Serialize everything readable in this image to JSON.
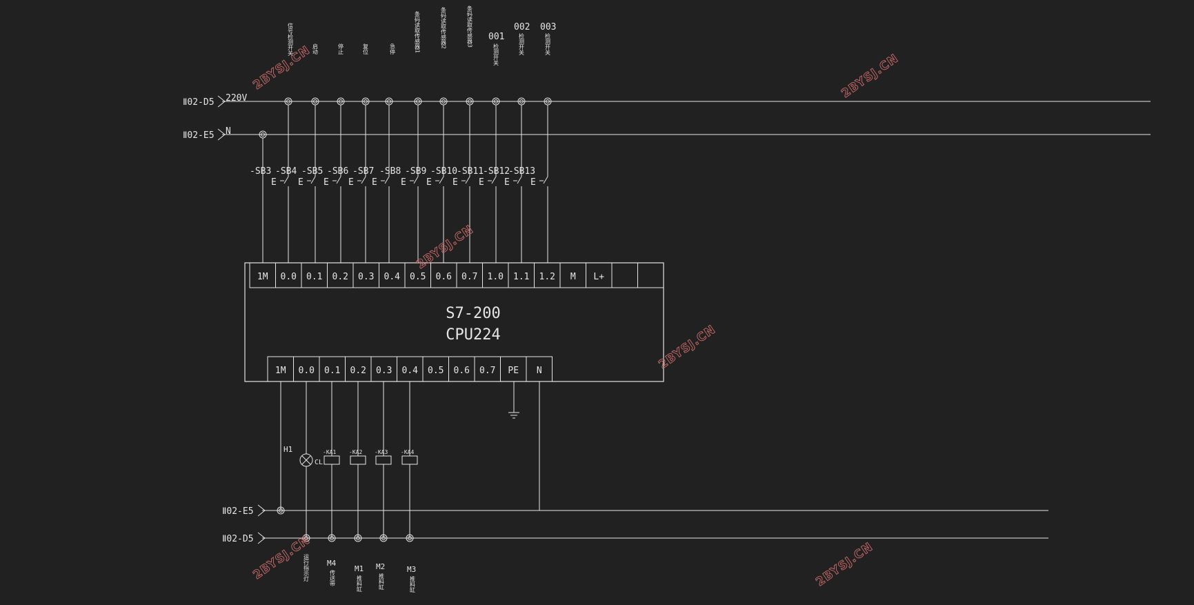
{
  "rails_top": [
    {
      "ref": "Ⅱ02-D5",
      "label": "220V"
    },
    {
      "ref": "Ⅱ02-E5",
      "label": "N"
    }
  ],
  "rails_bottom": [
    {
      "ref": "Ⅱ02-E5"
    },
    {
      "ref": "Ⅱ02-D5"
    }
  ],
  "top_labels": [
    {
      "id": "t0",
      "text": "信号检测开关"
    },
    {
      "id": "t1",
      "text": "启动"
    },
    {
      "id": "t2",
      "text": "停止"
    },
    {
      "id": "t3",
      "text": "复位"
    },
    {
      "id": "t4",
      "text": "急停"
    },
    {
      "id": "t5",
      "text": "条码读取传感器1"
    },
    {
      "id": "t6",
      "text": "条码读取传感器2"
    },
    {
      "id": "t7",
      "text": "条码读取传感器3"
    },
    {
      "id": "t8",
      "num": "001",
      "text": "检测开关"
    },
    {
      "id": "t9",
      "num": "002",
      "text": "检测开关"
    },
    {
      "id": "t10",
      "num": "003",
      "text": "检测开关"
    }
  ],
  "switches": [
    "-SB3",
    "-SB4",
    "-SB5",
    "-SB6",
    "-SB7",
    "-SB8",
    "-SB9",
    "-SB10",
    "-SB11",
    "-SB12",
    "-SB13"
  ],
  "switch_mark": "E",
  "plc": {
    "model": "S7-200",
    "cpu": "CPU224",
    "inputs": [
      "1M",
      "0.0",
      "0.1",
      "0.2",
      "0.3",
      "0.4",
      "0.5",
      "0.6",
      "0.7",
      "1.0",
      "1.1",
      "1.2",
      "M",
      "L+",
      "",
      ""
    ],
    "outputs": [
      "1M",
      "0.0",
      "0.1",
      "0.2",
      "0.3",
      "0.4",
      "0.5",
      "0.6",
      "0.7",
      "PE",
      "N"
    ]
  },
  "output_devices": {
    "lamp": "H1",
    "lamp_mark": "CL",
    "relays": [
      "-KA1",
      "-KA2",
      "-KA3",
      "-KA4"
    ]
  },
  "bottom_labels": [
    {
      "id": "b0",
      "text": "运行指示灯"
    },
    {
      "id": "b1",
      "head": "M4",
      "text": "传送带"
    },
    {
      "id": "b2",
      "head": "M1",
      "text": "推料缸"
    },
    {
      "id": "b3",
      "head": "M2",
      "text": "推料缸"
    },
    {
      "id": "b4",
      "head": "M3",
      "text": "推料缸"
    }
  ],
  "watermark": "2BYSJ.CN"
}
